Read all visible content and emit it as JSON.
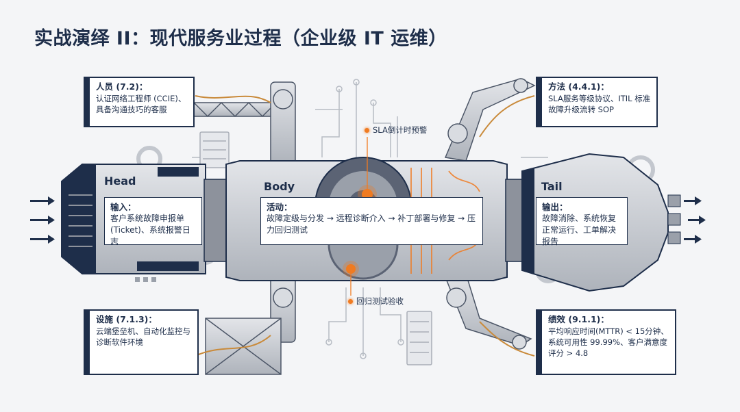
{
  "title": "实战演绎 II：现代服务业过程（企业级 IT 运维）",
  "modules": {
    "head": {
      "label": "Head",
      "panel_title": "输入：",
      "panel_text": "客户系统故障申报单 (Ticket)、系统报警日志"
    },
    "body": {
      "label": "Body",
      "panel_title": "活动：",
      "panel_text": "故障定级与分发 → 远程诊断介入 → 补丁部署与修复 → 压力回归测试"
    },
    "tail": {
      "label": "Tail",
      "panel_title": "输出：",
      "panel_text": "故障消除、系统恢复正常运行、工单解决报告"
    }
  },
  "callouts": {
    "people": {
      "title": "人员 (7.2)：",
      "text": "认证网络工程师 (CCIE)、具备沟通技巧的客服"
    },
    "method": {
      "title": "方法 (4.4.1)：",
      "text": "SLA服务等级协议、ITIL 标准故障升级流转 SOP"
    },
    "facility": {
      "title": "设施 (7.1.3)：",
      "text": "云端堡垒机、自动化监控与诊断软件环境"
    },
    "performance": {
      "title": "绩效 (9.1.1)：",
      "text": "平均响应时间(MTTR) < 15分钟、系统可用性 99.99%、客户满意度评分 > 4.8"
    }
  },
  "tags": {
    "sla": "SLA倒计时预警",
    "regression": "回归测试验收"
  },
  "colors": {
    "navy": "#1e2e4a",
    "orange": "#f07b22",
    "metal": "#c9ccd2",
    "metal_dark": "#8d929c"
  },
  "icons": [
    "arrow-right-icon",
    "gear-icon",
    "server-rack-icon",
    "robot-arm-icon",
    "truss-icon"
  ]
}
